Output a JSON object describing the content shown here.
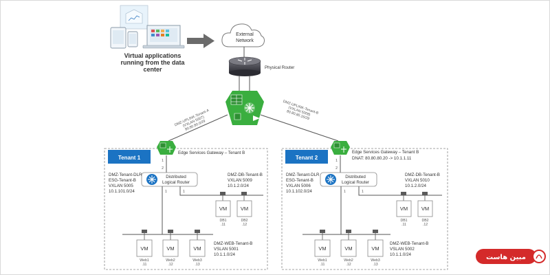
{
  "header": {
    "virtual_apps_line1": "Virtual applications",
    "virtual_apps_line2": "running from the data",
    "virtual_apps_line3": "center",
    "external_network_line1": "External",
    "external_network_line2": "Network",
    "physical_router": "Physical Router"
  },
  "uplinks": {
    "left": [
      "DMZ-UPLINK-Tenant-A",
      "(VXLAN 5007)",
      "80.80.80.0/29"
    ],
    "right": [
      "DMZ-UPLINK-Tenant-B",
      "(VXLAN 5008)",
      "80.80.80.16/29"
    ]
  },
  "tenant1": {
    "label": "Tenant 1",
    "esg_label": "Edge Services Gateway – Tenant B",
    "dlr_line1": "Distributed",
    "dlr_line2": "Logical Router",
    "transit": [
      "DMZ-Tenant-DLR",
      "ESG-Tenant-B",
      "VXLAN 5005",
      "10.1.101.0/24"
    ],
    "db_net": [
      "DMZ-DB-Tenant-B",
      "VXLAN 5009",
      "10.1.2.0/24"
    ],
    "web_net": [
      "DMZ-WEB-Tenant-B",
      "VSLAN 5001",
      "10.1.1.0/24"
    ],
    "db_vms": [
      {
        "label": "VM",
        "name": "DB1",
        "ip": ".11"
      },
      {
        "label": "VM",
        "name": "DB2",
        "ip": ".12"
      }
    ],
    "web_vms": [
      {
        "label": "VM",
        "name": "Web1",
        "ip": ".11"
      },
      {
        "label": "VM",
        "name": "Web2",
        "ip": ".12"
      },
      {
        "label": "VM",
        "name": "Web3",
        "ip": ".13"
      }
    ],
    "port_labels": [
      "1",
      "2",
      "1",
      "1"
    ]
  },
  "tenant2": {
    "label": "Tenant 2",
    "esg_label": "Edge Services Gateway – Tenant B",
    "dnat": "DNAT: 80.80.80.20 -> 10.1.1.11",
    "dlr_line1": "Distributed",
    "dlr_line2": "Logical Router",
    "transit": [
      "DMZ-Tenant-DLR",
      "ESG-Tenant-B",
      "VXLAN 5006",
      "10.1.102.0/24"
    ],
    "db_net": [
      "DMZ-DB-Tenant-B",
      "VXLAN 5010",
      "10.1.2.0/24"
    ],
    "web_net": [
      "DMZ-WEB-Tenant-B",
      "VSLAN 5002",
      "10.1.1.0/24"
    ],
    "db_vms": [
      {
        "label": "VM",
        "name": "DB1",
        "ip": ".11"
      },
      {
        "label": "VM",
        "name": "DB2",
        "ip": ".12"
      }
    ],
    "web_vms": [
      {
        "label": "VM",
        "name": "Web1",
        "ip": ".11"
      },
      {
        "label": "VM",
        "name": "Web2",
        "ip": ".12"
      },
      {
        "label": "VM",
        "name": "Web3",
        "ip": ".13"
      }
    ],
    "port_labels": [
      "1",
      "2",
      "1",
      "1"
    ]
  },
  "watermark": {
    "text": "مبین هاست"
  },
  "colors": {
    "tenant_tab": "#1b73c3",
    "nsx_green": "#3aae3f",
    "line": "#555555",
    "watermark_red": "#d42a2a"
  }
}
